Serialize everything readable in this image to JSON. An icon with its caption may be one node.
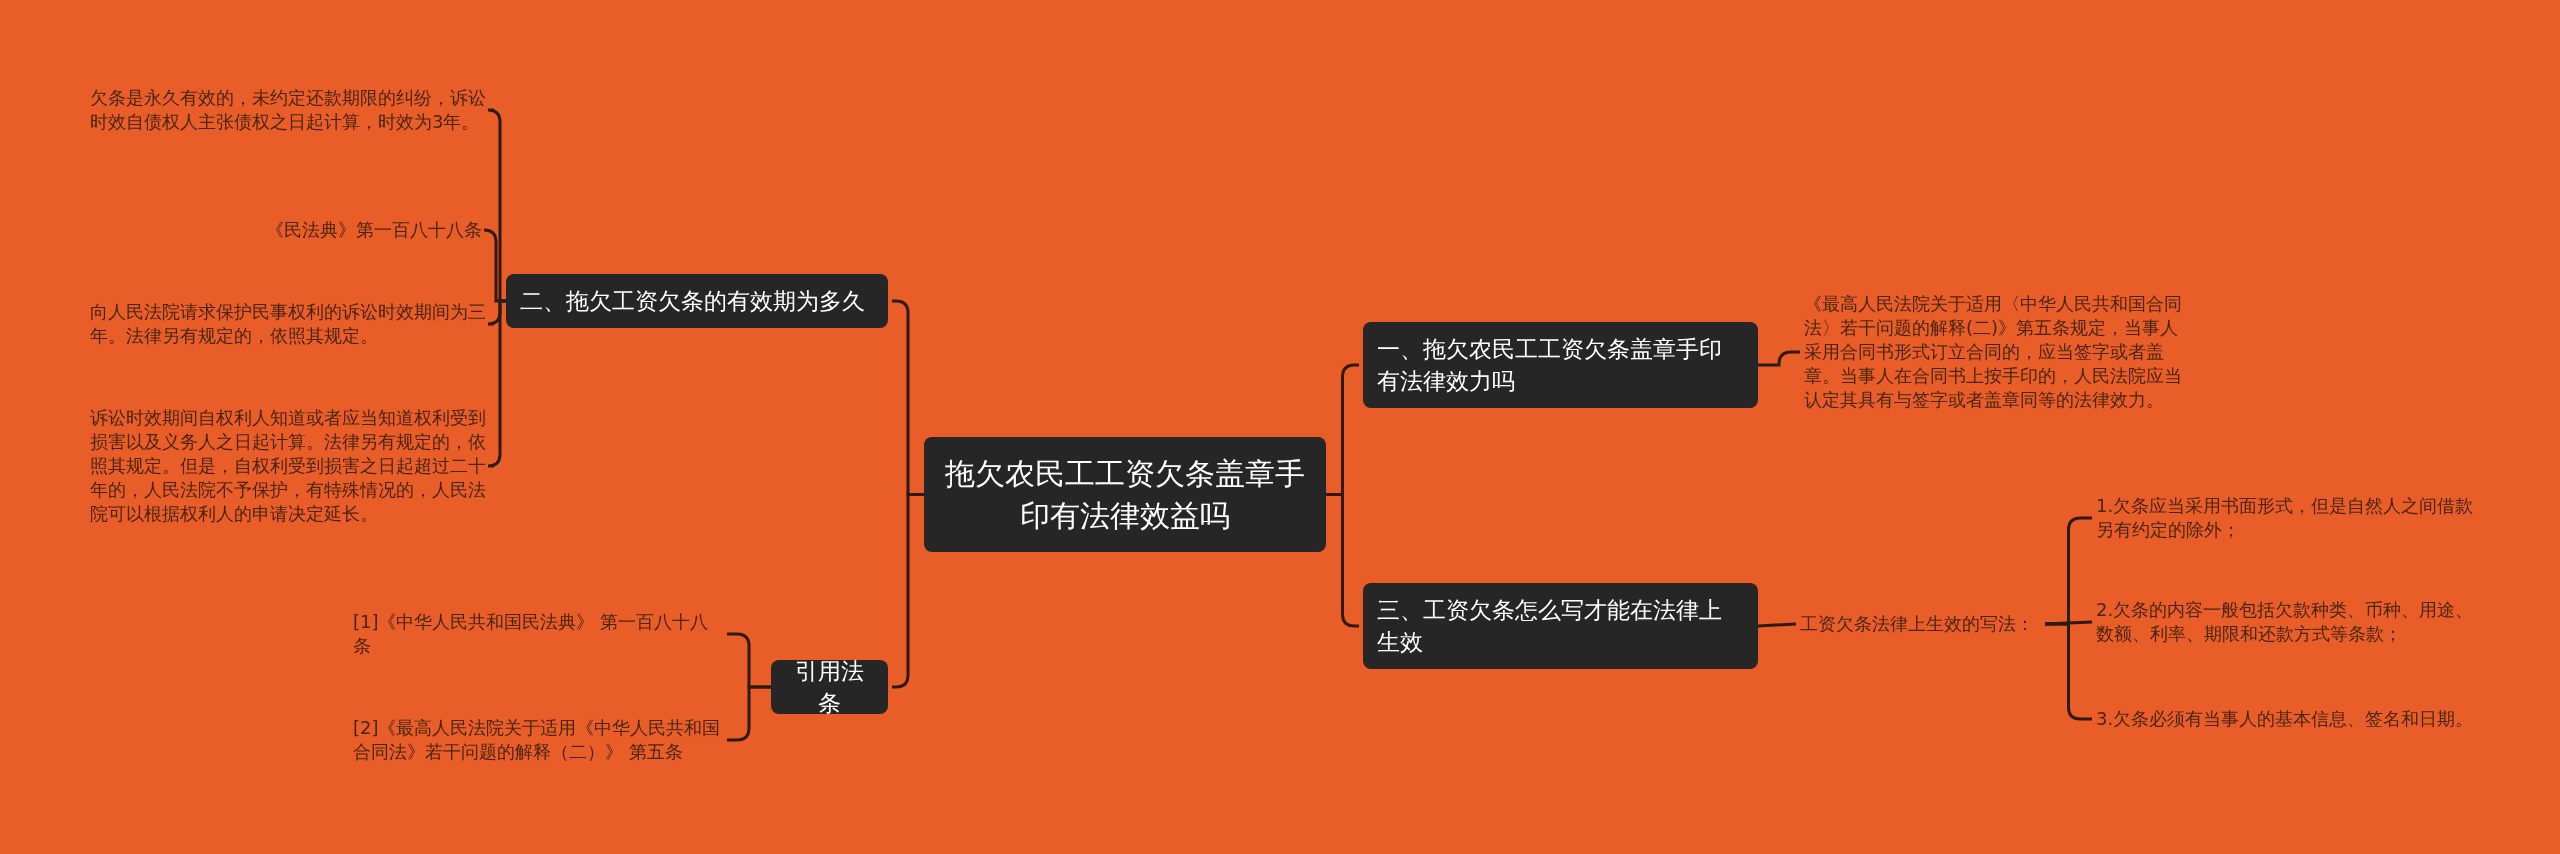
{
  "diagram": {
    "nodes": [
      {
        "text": [
          "拖欠农民工工资欠条盖章手印有法律效益吗"
        ]
      },
      {
        "text": [
          "二、拖欠工资欠条的有效期为多久"
        ]
      },
      {
        "text": [
          "欠条是永久有效的，未约定还款期限的纠纷，诉讼时效自债权人主张债权之日起计算，时效为3年。"
        ]
      },
      {
        "text": [
          "《民法典》第一百八十八条"
        ]
      },
      {
        "text": [
          "向人民法院请求保护民事权利的诉讼时效期间为三年。法律另有规定的，依照其规定。"
        ]
      },
      {
        "text": [
          "诉讼时效期间自权利人知道或者应当知道权利受到损害以及义务人之日起计算。法律另有规定的，依照其规定。但是，自权利受到损害之日起超过二十年的，人民法院不予保护，有特殊情况的，人民法院可以根据权利人的申请决定延长。"
        ]
      },
      {
        "text": [
          "引用法条"
        ]
      },
      {
        "text": [
          "[1]《中华人民共和国民法典》 第一百八十八条"
        ]
      },
      {
        "text": [
          "[2]《最高人民法院关于适用《中华人民共和国合同法》若干问题的解释（二）》 第五条"
        ]
      },
      {
        "text": [
          "一、拖欠农民工工资欠条盖章手印有法律效力吗"
        ]
      },
      {
        "text": [
          "《最高人民法院关于适用〈中华人民共和国合同法〉若干问题的解释(二)》第五条规定，当事人采用合同书形式订立合同的，应当签字或者盖章。当事人在合同书上按手印的，人民法院应当认定其具有与签字或者盖章同等的法律效力。"
        ]
      },
      {
        "text": [
          "三、工资欠条怎么写才能在法律上生效"
        ]
      },
      {
        "text": [
          "工资欠条法律上生效的写法："
        ]
      },
      {
        "text": [
          "1.欠条应当采用书面形式，但是自然人之间借款另有约定的除外；"
        ]
      },
      {
        "text": [
          "2.欠条的内容一般包括欠款种类、币种、用途、数额、利率、期限和还款方式等条款；"
        ]
      },
      {
        "text": [
          "3.欠条必须有当事人的基本信息、签名和日期。"
        ]
      }
    ],
    "edges": [
      {
        "from": 0,
        "to": 1,
        "arrow": "none"
      },
      {
        "from": 1,
        "to": 2,
        "arrow": "none"
      },
      {
        "from": 1,
        "to": 3,
        "arrow": "none"
      },
      {
        "from": 1,
        "to": 4,
        "arrow": "none"
      },
      {
        "from": 1,
        "to": 5,
        "arrow": "none"
      },
      {
        "from": 0,
        "to": 6,
        "arrow": "none"
      },
      {
        "from": 6,
        "to": 7,
        "arrow": "none"
      },
      {
        "from": 6,
        "to": 8,
        "arrow": "none"
      },
      {
        "from": 0,
        "to": 9,
        "arrow": "none"
      },
      {
        "from": 9,
        "to": 10,
        "arrow": "none"
      },
      {
        "from": 0,
        "to": 11,
        "arrow": "none"
      },
      {
        "from": 11,
        "to": 12,
        "arrow": "none"
      },
      {
        "from": 12,
        "to": 13,
        "arrow": "none"
      },
      {
        "from": 12,
        "to": 14,
        "arrow": "none"
      },
      {
        "from": 12,
        "to": 15,
        "arrow": "none"
      }
    ]
  }
}
